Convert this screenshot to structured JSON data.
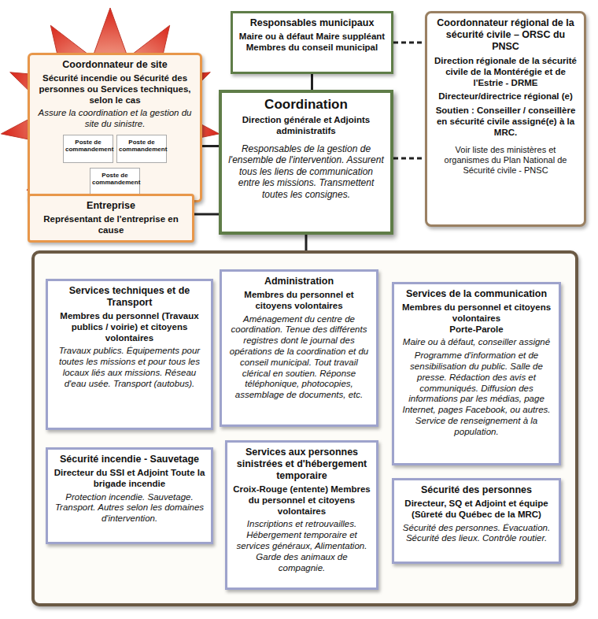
{
  "diagram": {
    "nodes": [
      {
        "text": [
          "Responsables municipaux",
          "Maire ou à défaut Maire suppléant Membres du conseil municipal"
        ]
      },
      {
        "text": [
          "Coordonnateur régional de la sécurité civile – ORSC du PNSC",
          "Direction régionale de la sécurité civile de la Montérégie et de l'Estrie - DRME",
          "Directeur/directrice régional (e)",
          "Soutien : Conseiller / conseillère en sécurité civile assigné(e) à la MRC.",
          "Voir liste des ministères et organismes du Plan National de Sécurité civile - PNSC"
        ]
      },
      {
        "text": [
          "Coordonnateur de site",
          "Sécurité incendie ou Sécurité des personnes ou Services techniques, selon le cas",
          "Assure la coordination et la gestion du site du sinistre."
        ]
      },
      {
        "text": [
          "Poste de commandement"
        ],
        "in": 2
      },
      {
        "text": [
          "Poste de commandement"
        ],
        "in": 2
      },
      {
        "text": [
          "Poste de commandement"
        ],
        "in": 2
      },
      {
        "text": [
          "Coordination",
          "Direction générale et Adjoints administratifs",
          "Responsables de la gestion de l'ensemble de l'intervention. Assurent tous les liens de communication entre les missions. Transmettent toutes les consignes."
        ]
      },
      {
        "text": [
          "Entreprise",
          "Représentant de l'entreprise en cause"
        ]
      },
      {
        "text": []
      },
      {
        "text": [
          "Services techniques et de Transport",
          "Membres du personnel (Travaux publics / voirie) et citoyens volontaires",
          "Travaux publics. Équipements pour toutes les missions et pour tous les locaux liés aux missions. Réseau d'eau usée. Transport (autobus)."
        ],
        "in": 8
      },
      {
        "text": [
          "Administration",
          "Membres du personnel et citoyens volontaires",
          "Aménagement du centre de coordination. Tenue des différents registres dont le journal des opérations de la coordination et du conseil municipal. Tout travail clérical en soutien. Réponse téléphonique, photocopies, assemblage de documents, etc."
        ],
        "in": 8
      },
      {
        "text": [
          "Services de la communication",
          "Membres du personnel et citoyens volontaires",
          "Porte-Parole",
          "Maire ou à défaut, conseiller assigné",
          "Programme d'information et de sensibilisation du public. Salle de presse. Rédaction des avis et communiqués. Diffusion des informations par les médias, page Internet, pages Facebook, ou autres. Service de renseignement à la population."
        ],
        "in": 8
      },
      {
        "text": [
          "Sécurité incendie - Sauvetage",
          "Directeur du SSI et Adjoint Toute la brigade incendie",
          "Protection incendie. Sauvetage. Transport. Autres selon les domaines d'intervention."
        ],
        "in": 8
      },
      {
        "text": [
          "Services aux personnes sinistrées et d'hébergement temporaire",
          "Croix-Rouge (entente) Membres du personnel et citoyens volontaires",
          "Inscriptions et retrouvailles. Hébergement temporaire et services généraux, Alimentation. Garde des animaux de compagnie."
        ],
        "in": 8
      },
      {
        "text": [
          "Sécurité des personnes",
          "Directeur, SQ et Adjoint et équipe (Sûreté du Québec de la MRC)",
          "Sécurité des personnes. Évacuation. Sécurité des lieux. Contrôle routier."
        ],
        "in": 8
      }
    ],
    "edges": [
      {
        "from": 0,
        "to": 6,
        "arrow": "none"
      },
      {
        "from": 0,
        "to": 1,
        "arrow": "none"
      },
      {
        "from": 6,
        "to": 1,
        "arrow": "none"
      },
      {
        "from": 2,
        "to": 6,
        "arrow": "none"
      },
      {
        "from": 7,
        "to": 6,
        "arrow": "none"
      },
      {
        "from": 6,
        "to": 8,
        "arrow": "none"
      }
    ]
  }
}
